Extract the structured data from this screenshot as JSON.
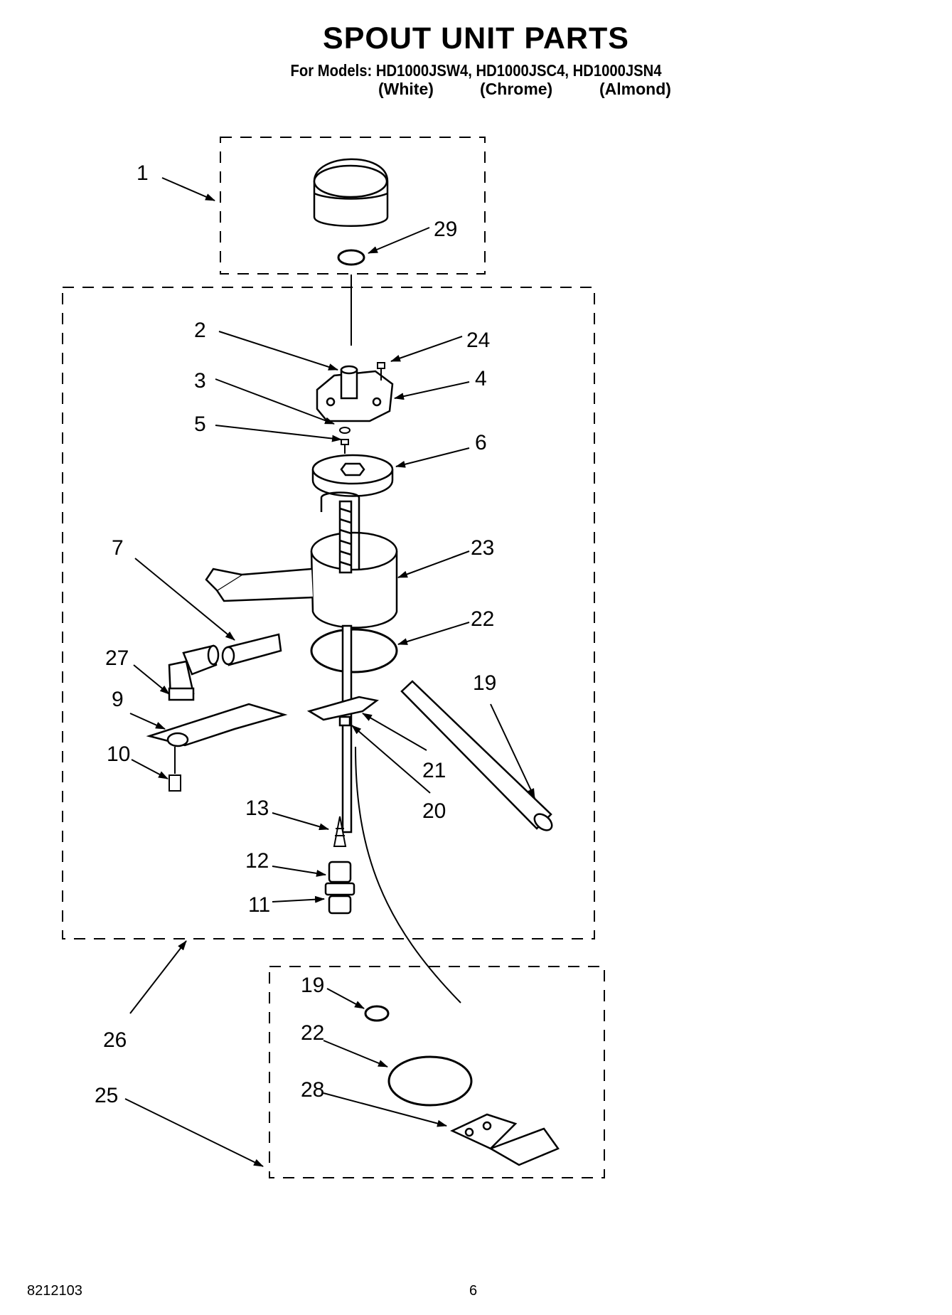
{
  "header": {
    "title": "SPOUT UNIT PARTS",
    "models_line": "For Models: HD1000JSW4, HD1000JSC4, HD1000JSN4",
    "variants": [
      "(White)",
      "(Chrome)",
      "(Almond)"
    ]
  },
  "callouts": [
    "1",
    "29",
    "2",
    "24",
    "3",
    "4",
    "5",
    "6",
    "7",
    "23",
    "22",
    "27",
    "19",
    "9",
    "21",
    "10",
    "20",
    "13",
    "12",
    "11",
    "26",
    "19",
    "22",
    "25",
    "28"
  ],
  "footer": {
    "doc_number": "8212103",
    "page_number": "6"
  }
}
